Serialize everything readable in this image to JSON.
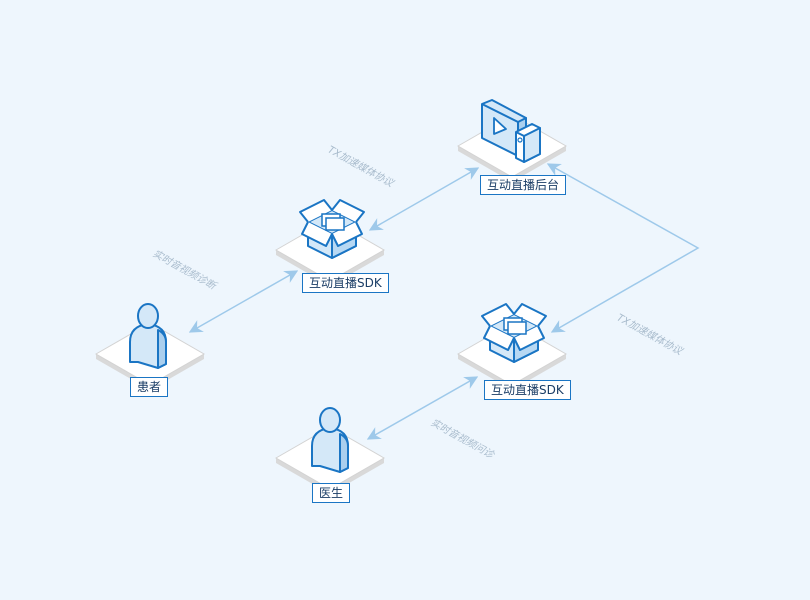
{
  "colors": {
    "background": "#eef6fd",
    "accent": "#1a75c4",
    "accent_fill": "#d4e8f8",
    "connector": "#9ec9ea",
    "label_text": "#a9bccd"
  },
  "nodes": {
    "patient": {
      "label": "患者",
      "icon": "person-icon"
    },
    "sdk_top": {
      "label": "互动直播SDK",
      "icon": "box-icon"
    },
    "backend": {
      "label": "互动直播后台",
      "icon": "video-server-icon"
    },
    "sdk_bottom": {
      "label": "互动直播SDK",
      "icon": "box-icon"
    },
    "doctor": {
      "label": "医生",
      "icon": "person-icon"
    }
  },
  "edges": {
    "patient_sdk": {
      "label": "实时音视频诊断"
    },
    "sdk_backend": {
      "label": "TX加速媒体协议"
    },
    "backend_sdk": {
      "label": "TX加速媒体协议"
    },
    "doctor_sdk": {
      "label": "实时音视频问诊"
    }
  }
}
